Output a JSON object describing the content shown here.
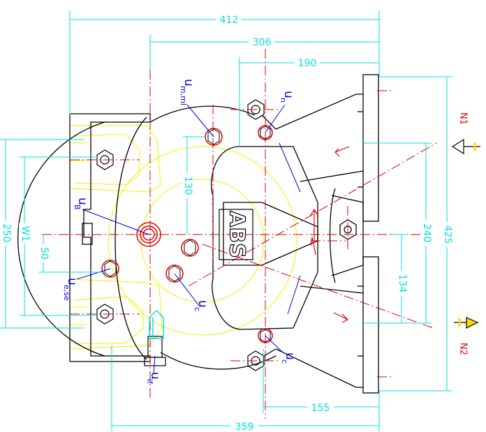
{
  "colors": {
    "outline": "#000000",
    "dimension": "#00e0e0",
    "centerline": "#e00000",
    "construction": "#f0f000",
    "label": "#0000e0",
    "arrow": "#ffd400"
  },
  "dimensions": {
    "overall_width": "412",
    "center_to_flange": "306",
    "nozzle_to_flange": "190",
    "bottom_width": "359",
    "nozzle_offset": "155",
    "height_total": "425",
    "nozzle_spacing": "240",
    "lower_offset": "134",
    "upper_offset": "130",
    "left_height": "250",
    "w1": "W1",
    "small_offset": "50"
  },
  "labels": {
    "um": "u",
    "um_sub": "m,ml",
    "un": "u",
    "un_sub": "n",
    "ub": "u",
    "ub_sub": "B",
    "ues": "u",
    "ues_sub": "e,se",
    "uc1": "u",
    "uc1_sub": "c",
    "uc2": "u",
    "uc2_sub": "c",
    "uif": "u",
    "uif_sub": "if",
    "n1": "N1",
    "n2": "N2"
  },
  "logo_text": "ABS"
}
